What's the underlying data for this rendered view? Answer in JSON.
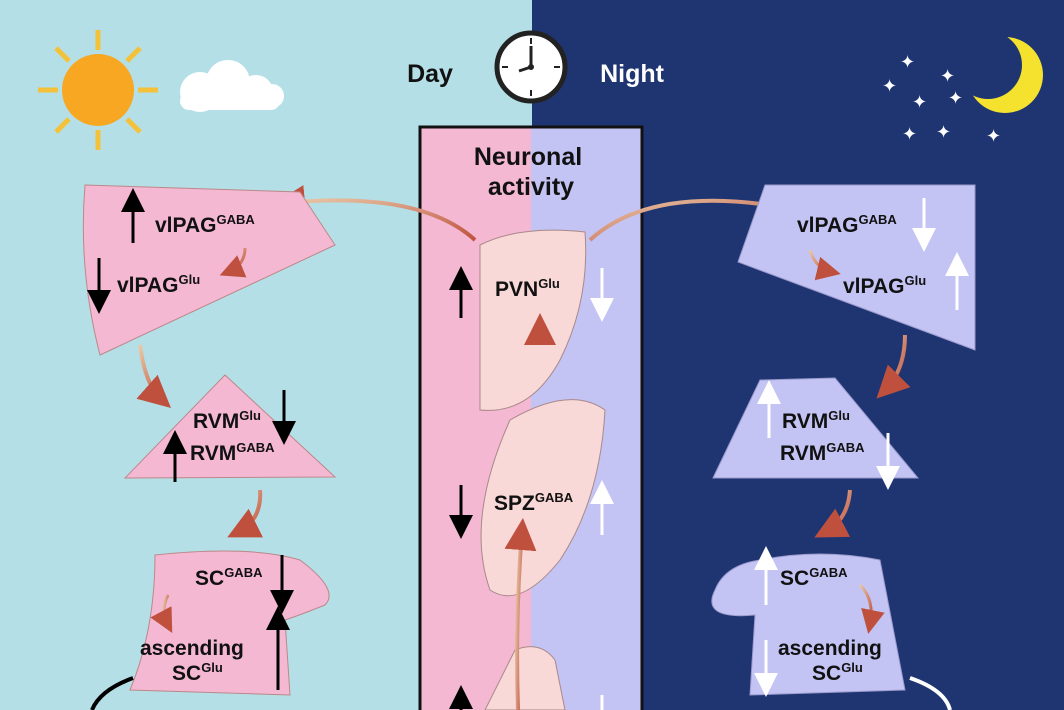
{
  "header": {
    "day": "Day",
    "night": "Night"
  },
  "center": {
    "title_line1": "Neuronal",
    "title_line2": "activity"
  },
  "nodes": {
    "vlpag_gaba": {
      "base": "vlPAG",
      "sup": "GABA"
    },
    "vlpag_glu": {
      "base": "vlPAG",
      "sup": "Glu"
    },
    "rvm_glu": {
      "base": "RVM",
      "sup": "Glu"
    },
    "rvm_gaba": {
      "base": "RVM",
      "sup": "GABA"
    },
    "sc_gaba": {
      "base": "SC",
      "sup": "GABA"
    },
    "ascending": "ascending",
    "sc_glu": {
      "base": "SC",
      "sup": "Glu"
    },
    "pvn_glu": {
      "base": "PVN",
      "sup": "Glu"
    },
    "spz_gaba": {
      "base": "SPZ",
      "sup": "GABA"
    }
  },
  "colors": {
    "day_bg": "#b5dfe7",
    "night_bg": "#1f3571",
    "day_region": "#f4b8d3",
    "night_region": "#c3c3f4",
    "arrow": "#c0604a"
  }
}
